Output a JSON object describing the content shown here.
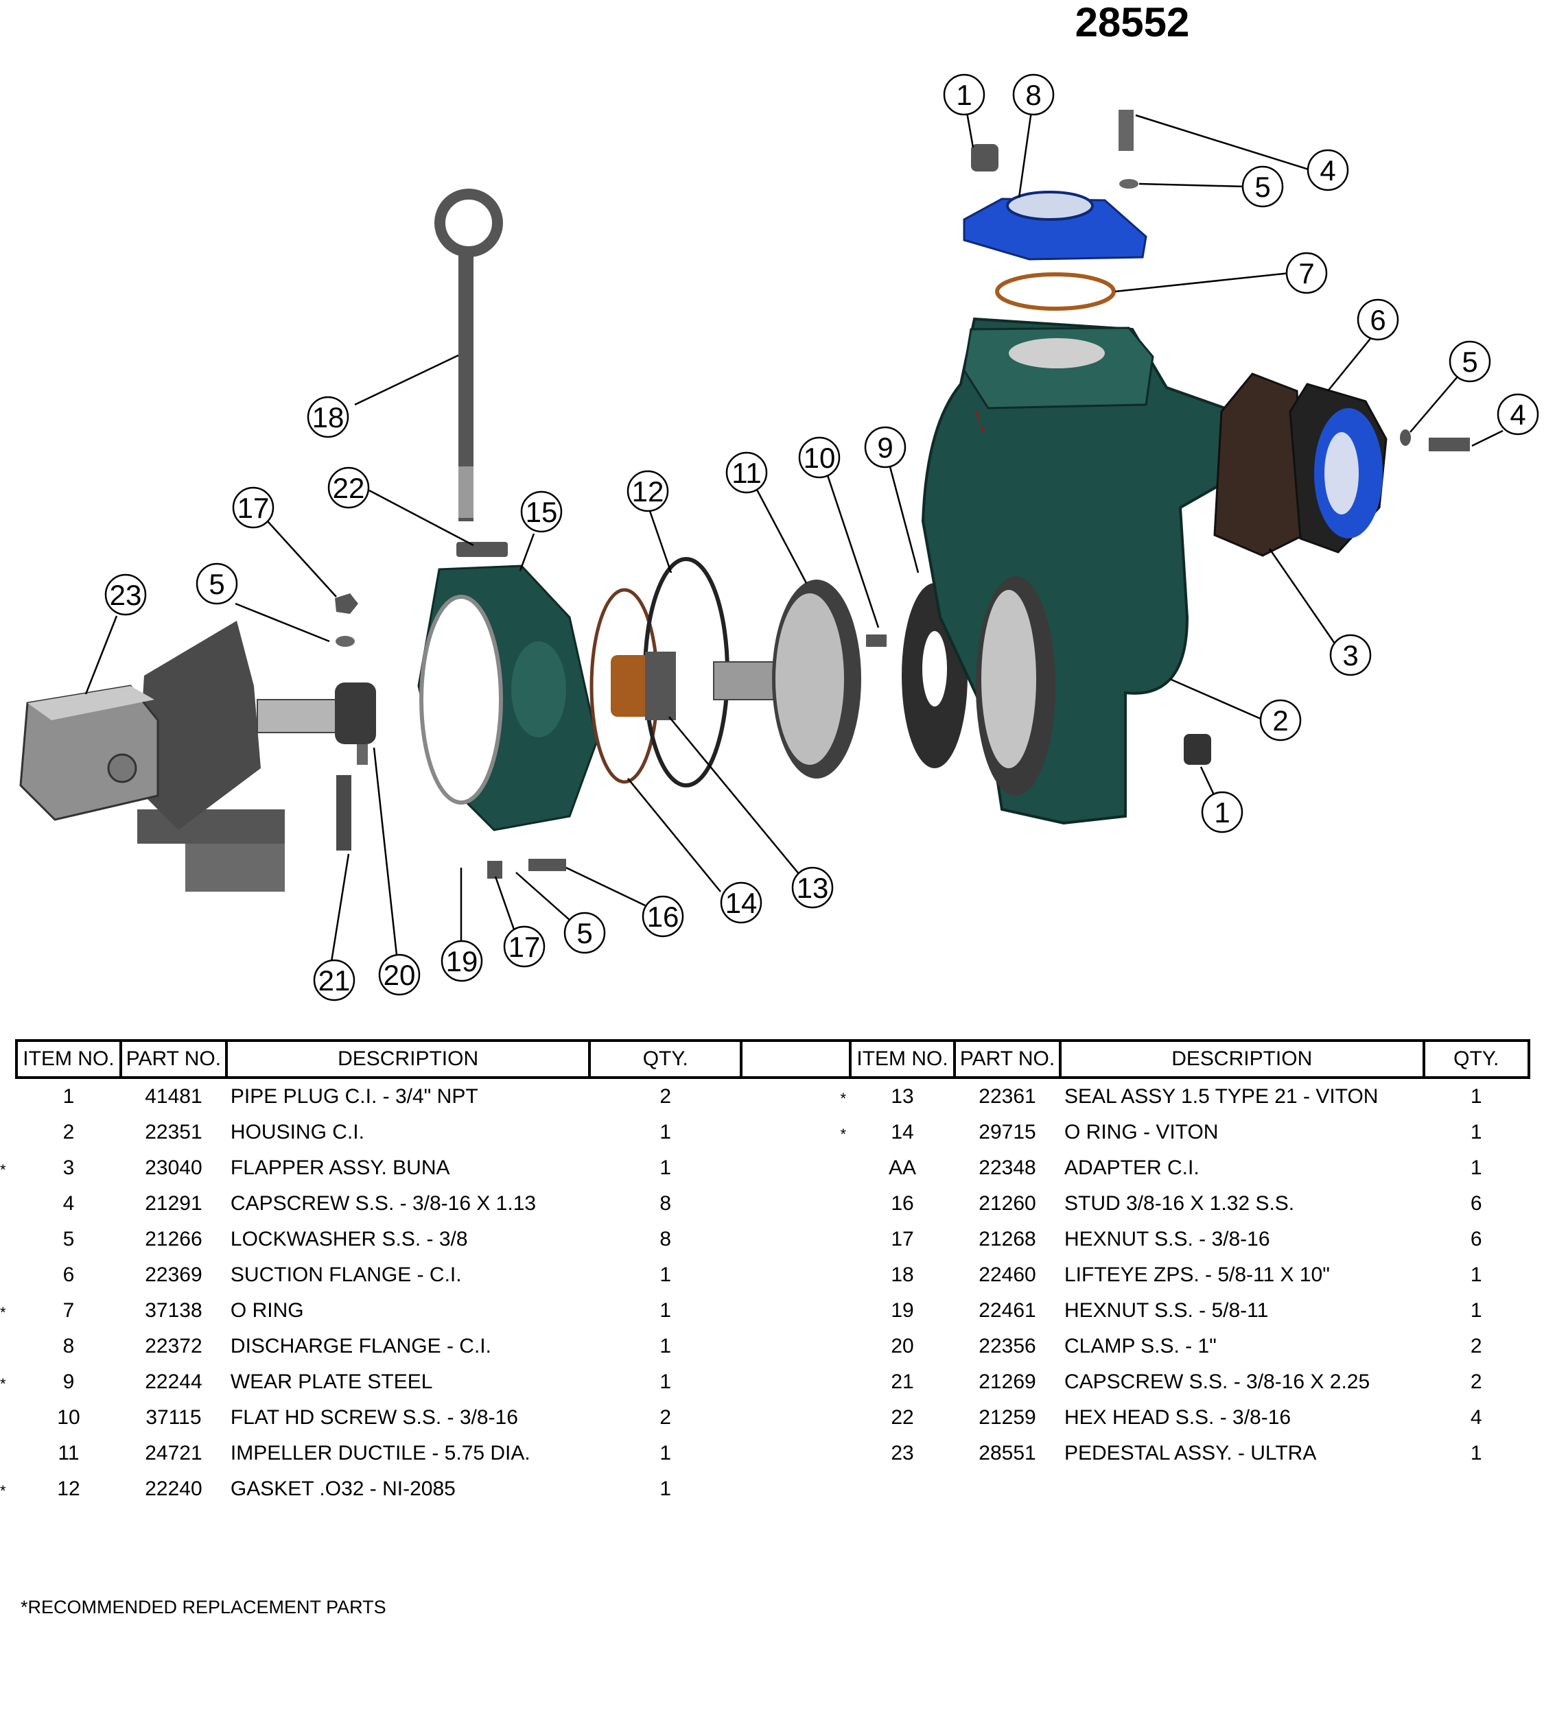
{
  "title": "28552",
  "callouts": [
    "1",
    "8",
    "4",
    "5",
    "7",
    "6",
    "5",
    "4",
    "3",
    "2",
    "1",
    "18",
    "22",
    "15",
    "17",
    "5",
    "23",
    "12",
    "11",
    "10",
    "9",
    "14",
    "13",
    "16",
    "5",
    "17",
    "19",
    "20",
    "21"
  ],
  "table": {
    "headers": [
      "ITEM NO.",
      "PART NO.",
      "DESCRIPTION",
      "QTY."
    ],
    "left_rows": [
      {
        "item": "1",
        "part": "41481",
        "desc": "PIPE PLUG C.I. - 3/4\" NPT",
        "qty": "2",
        "mark": ""
      },
      {
        "item": "2",
        "part": "22351",
        "desc": "HOUSING C.I.",
        "qty": "1",
        "mark": ""
      },
      {
        "item": "3",
        "part": "23040",
        "desc": "FLAPPER ASSY. BUNA",
        "qty": "1",
        "mark": "*"
      },
      {
        "item": "4",
        "part": "21291",
        "desc": "CAPSCREW S.S. - 3/8-16 X 1.13",
        "qty": "8",
        "mark": ""
      },
      {
        "item": "5",
        "part": "21266",
        "desc": "LOCKWASHER S.S. - 3/8",
        "qty": "8",
        "mark": ""
      },
      {
        "item": "6",
        "part": "22369",
        "desc": "SUCTION FLANGE - C.I.",
        "qty": "1",
        "mark": ""
      },
      {
        "item": "7",
        "part": "37138",
        "desc": "O RING",
        "qty": "1",
        "mark": "*"
      },
      {
        "item": "8",
        "part": "22372",
        "desc": "DISCHARGE FLANGE - C.I.",
        "qty": "1",
        "mark": ""
      },
      {
        "item": "9",
        "part": "22244",
        "desc": "WEAR PLATE STEEL",
        "qty": "1",
        "mark": "*"
      },
      {
        "item": "10",
        "part": "37115",
        "desc": "FLAT HD SCREW S.S. - 3/8-16",
        "qty": "2",
        "mark": ""
      },
      {
        "item": "11",
        "part": "24721",
        "desc": "IMPELLER DUCTILE - 5.75 DIA.",
        "qty": "1",
        "mark": ""
      },
      {
        "item": "12",
        "part": "22240",
        "desc": "GASKET .O32 - NI-2085",
        "qty": "1",
        "mark": "*"
      }
    ],
    "right_rows": [
      {
        "item": "13",
        "part": "22361",
        "desc": "SEAL ASSY 1.5 TYPE 21 - VITON",
        "qty": "1",
        "mark": "*"
      },
      {
        "item": "14",
        "part": "29715",
        "desc": "O RING - VITON",
        "qty": "1",
        "mark": "*"
      },
      {
        "item": "AA",
        "part": "22348",
        "desc": "ADAPTER C.I.",
        "qty": "1",
        "mark": ""
      },
      {
        "item": "16",
        "part": "21260",
        "desc": "STUD 3/8-16 X 1.32 S.S.",
        "qty": "6",
        "mark": ""
      },
      {
        "item": "17",
        "part": "21268",
        "desc": "HEXNUT S.S. - 3/8-16",
        "qty": "6",
        "mark": ""
      },
      {
        "item": "18",
        "part": "22460",
        "desc": "LIFTEYE ZPS. - 5/8-11 X 10\"",
        "qty": "1",
        "mark": ""
      },
      {
        "item": "19",
        "part": "22461",
        "desc": "HEXNUT S.S. - 5/8-11",
        "qty": "1",
        "mark": ""
      },
      {
        "item": "20",
        "part": "22356",
        "desc": "CLAMP S.S. - 1\"",
        "qty": "2",
        "mark": ""
      },
      {
        "item": "21",
        "part": "21269",
        "desc": "CAPSCREW S.S. - 3/8-16 X 2.25",
        "qty": "2",
        "mark": ""
      },
      {
        "item": "22",
        "part": "21259",
        "desc": "HEX HEAD S.S. - 3/8-16",
        "qty": "4",
        "mark": ""
      },
      {
        "item": "23",
        "part": "28551",
        "desc": "PEDESTAL ASSY. - ULTRA",
        "qty": "1",
        "mark": ""
      }
    ]
  },
  "footnote": "*RECOMMENDED REPLACEMENT PARTS",
  "colors": {
    "housing": "#1d4e47",
    "flange_blue": "#1f4fd1",
    "gasket": "#a55c1e",
    "metal": "#8a8a8a",
    "dark": "#333333"
  }
}
